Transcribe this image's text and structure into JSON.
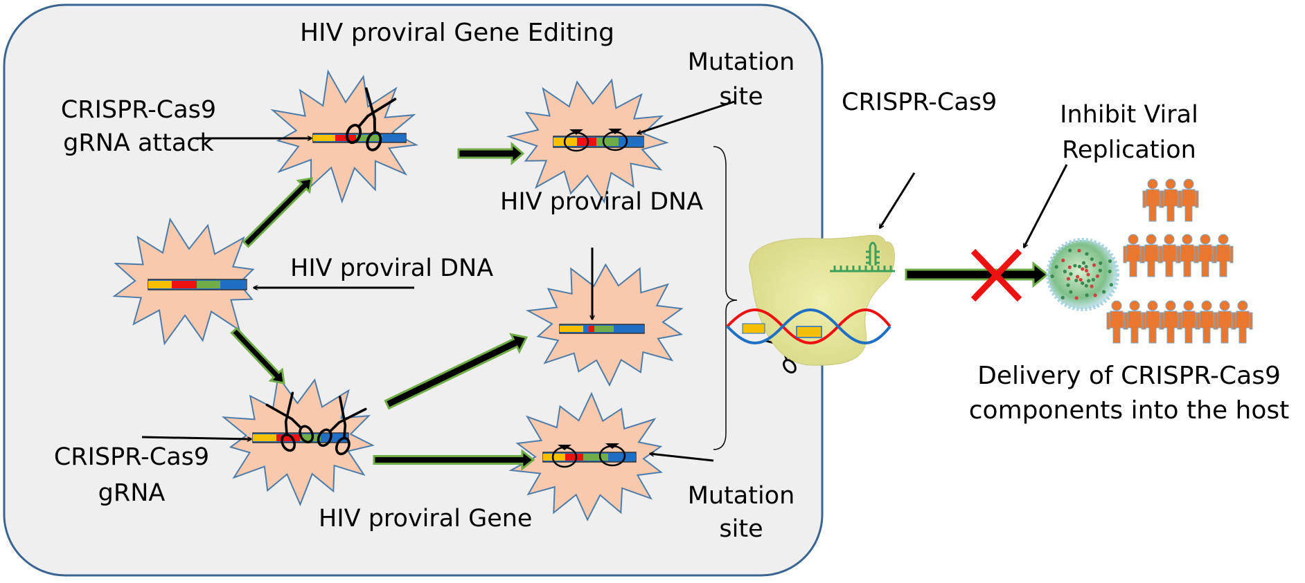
{
  "diagram": {
    "panel_title": "HIV proviral Gene Editing",
    "labels": {
      "gRNA_attack": [
        "CRISPR-Cas9",
        "gRNA attack"
      ],
      "mutation_site_top": [
        "Mutation",
        "site"
      ],
      "hiv_dna_top": "HIV proviral DNA",
      "hiv_dna_mid": "HIV proviral DNA",
      "gRNA_bottom": [
        "CRISPR-Cas9",
        "gRNA"
      ],
      "hiv_gene": "HIV proviral Gene",
      "mutation_site_bottom": [
        "Mutation",
        "site"
      ],
      "crispr_cas9": "CRISPR-Cas9",
      "inhibit": [
        "Inhibit Viral",
        "Replication"
      ],
      "delivery": [
        "Delivery of CRISPR-Cas9",
        "components into the host"
      ]
    },
    "colors": {
      "panel_fill": "#efefef",
      "panel_border": "#3a6491",
      "cell_fill": "#f9c9ad",
      "cell_border": "#4c7caa",
      "dna_yellow": "#f5c000",
      "dna_red": "#ee1111",
      "dna_green": "#70ad47",
      "dna_blue": "#1f6fc4",
      "arrow_fill": "#000000",
      "arrow_outline": "#70ad47",
      "host_cell": "#e3e39a",
      "blocked_x": "#ee1111",
      "person": "#e9782e"
    },
    "icons": [
      "scissors-icon",
      "virus-icon",
      "person-icon",
      "guide-rna-icon",
      "double-helix-icon"
    ]
  }
}
